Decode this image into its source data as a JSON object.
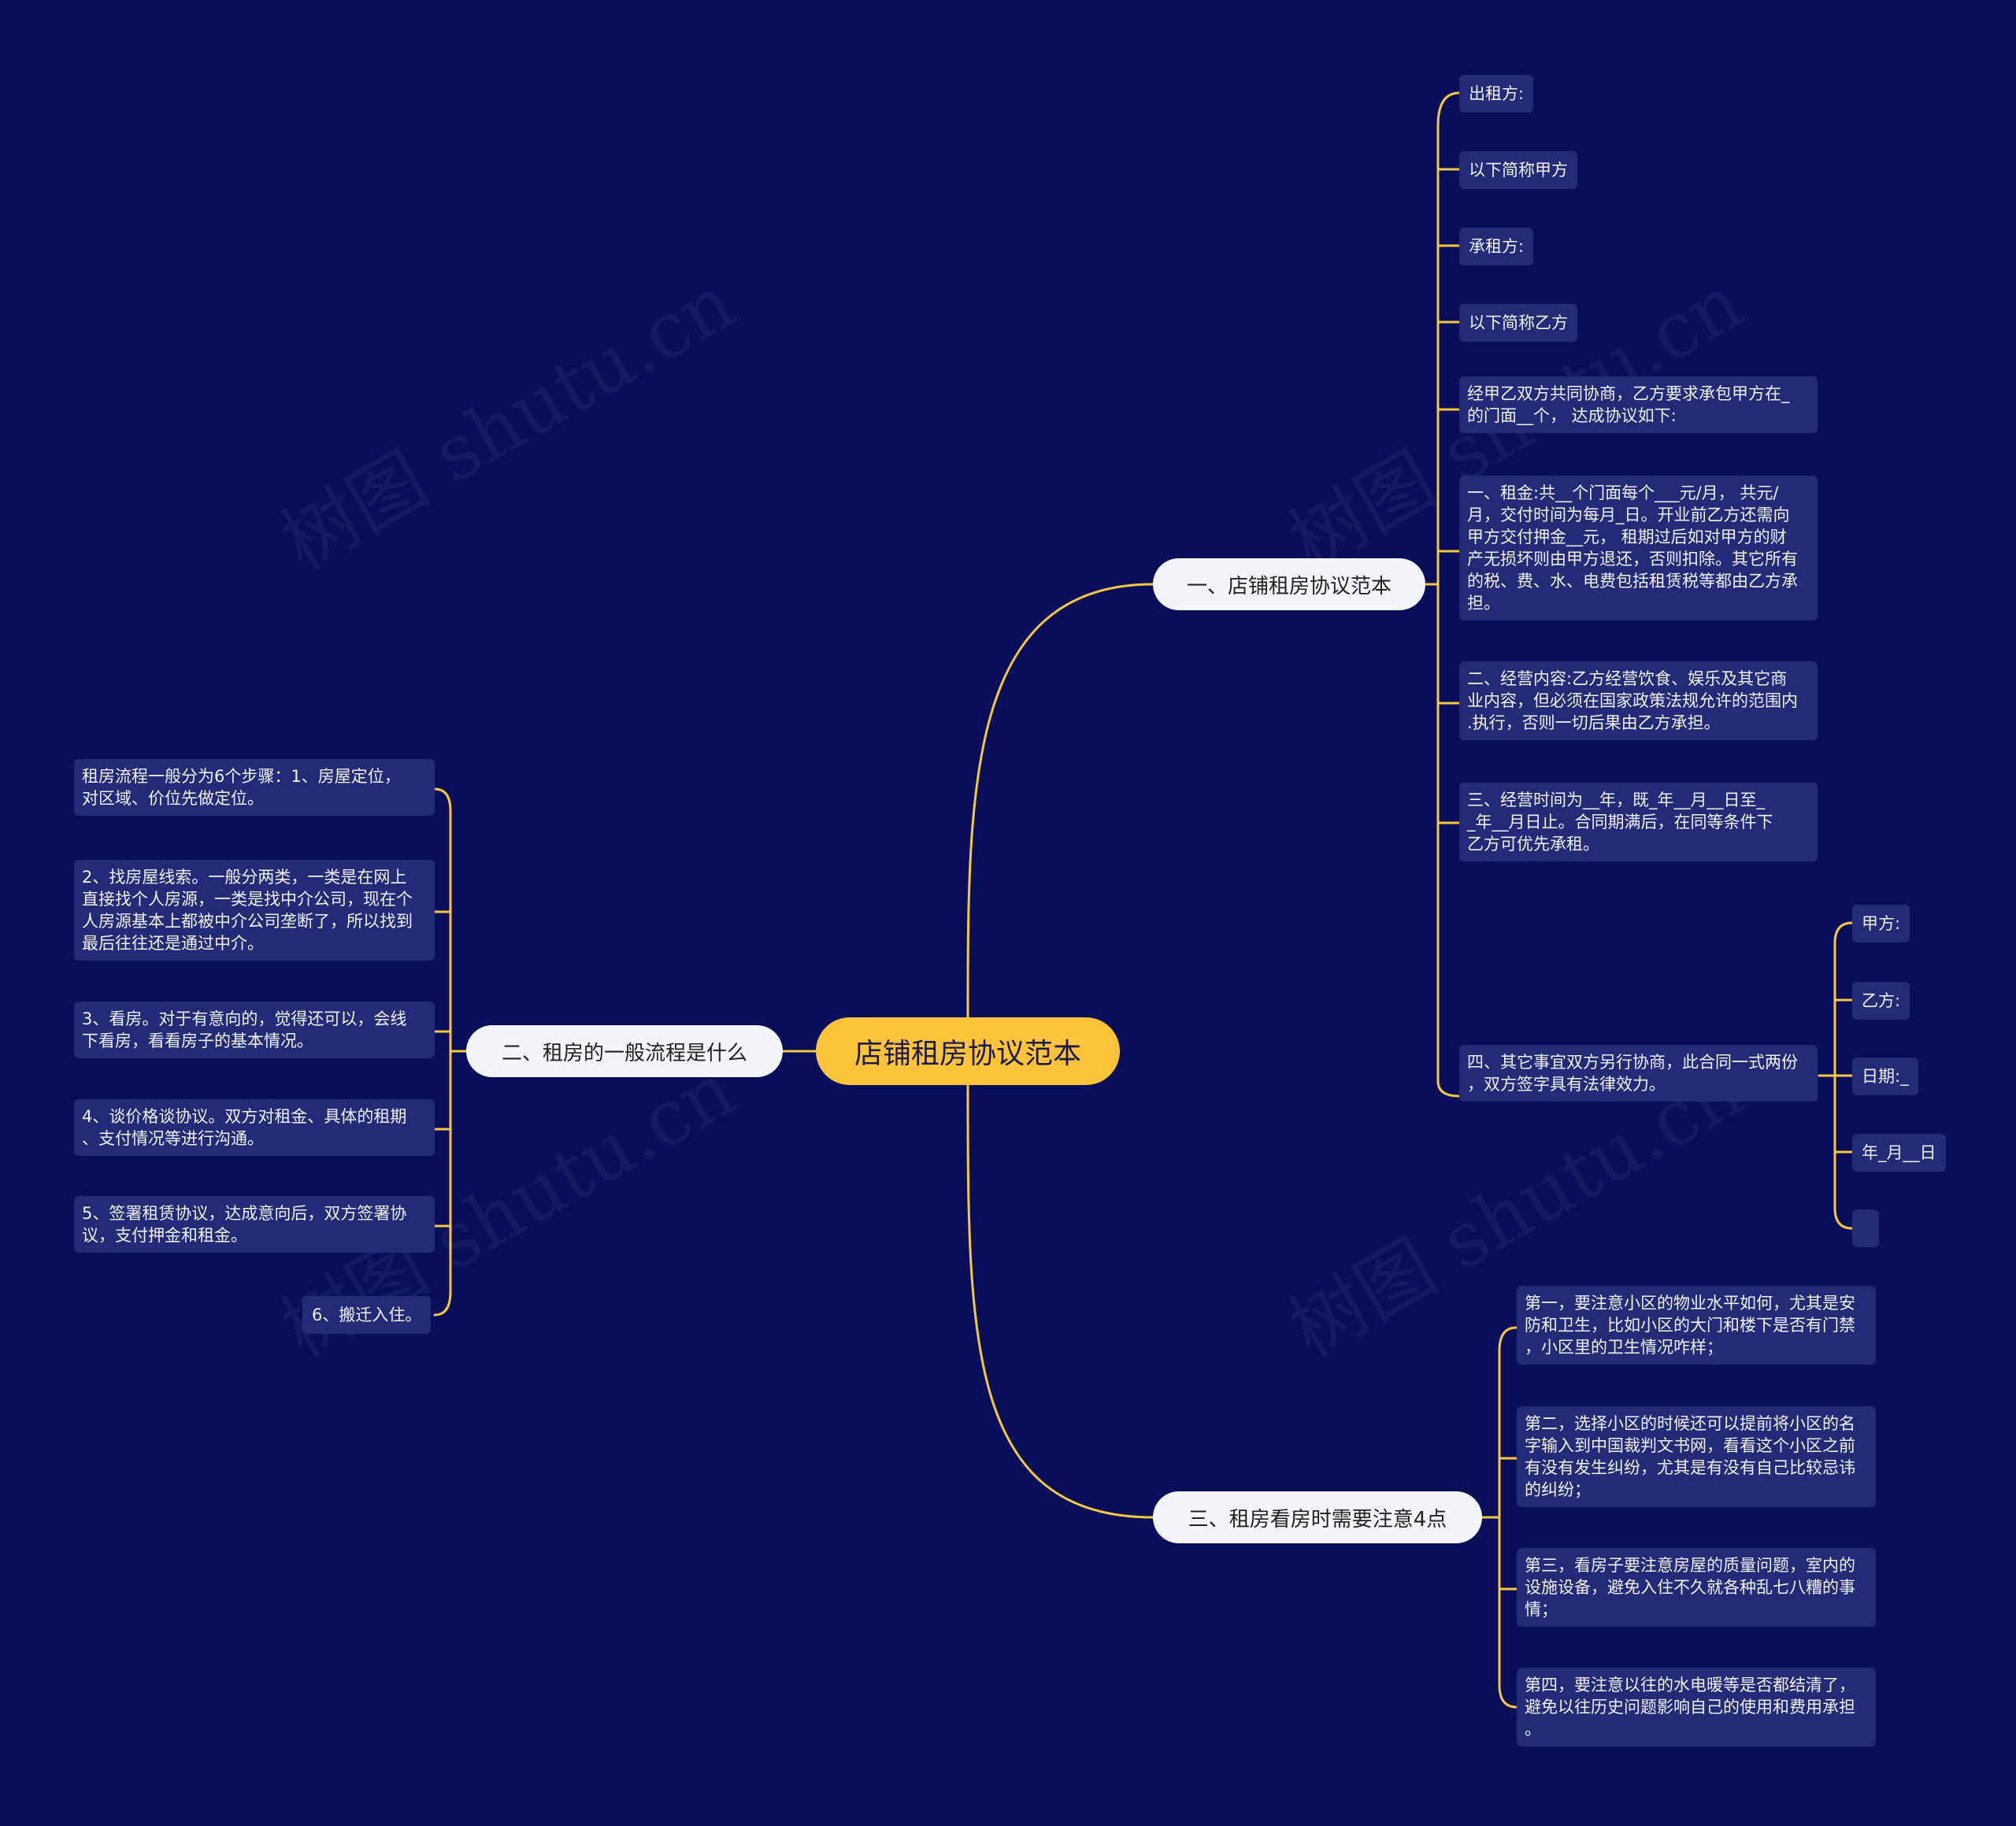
{
  "root": {
    "label": "店铺租房协议范本"
  },
  "branch1": {
    "label": "一、店铺租房协议范本",
    "items": [
      "出租方:",
      "以下简称甲方",
      "承租方:",
      "以下简称乙方",
      "经甲乙双方共同协商，乙方要求承包甲方在_\n的门面__个， 达成协议如下:",
      "一、租金:共__个门面每个___元/月， 共元/\n月，交付时间为每月_日。开业前乙方还需向\n甲方交付押金__元， 租期过后如对甲方的财\n产无损坏则由甲方退还，否则扣除。其它所有\n的税、费、水、电费包括租赁税等都由乙方承\n担。",
      "二、经营内容:乙方经营饮食、娱乐及其它商\n业内容，但必须在国家政策法规允许的范围内\n.执行，否则一切后果由乙方承担。",
      "三、经营时间为__年，既_年__月__日至_\n_年__月日止。合同期满后，在同等条件下\n乙方可优先承租。",
      "四、其它事宜双方另行协商，此合同一式两份\n，双方签字具有法律效力。"
    ],
    "sign_items": [
      "甲方:",
      "乙方:",
      "日期:_",
      "年_月__日",
      ""
    ]
  },
  "branch2": {
    "label": "二、租房的一般流程是什么",
    "items": [
      "租房流程一般分为6个步骤：1、房屋定位，\n对区域、价位先做定位。",
      "2、找房屋线索。一般分两类，一类是在网上\n直接找个人房源，一类是找中介公司，现在个\n人房源基本上都被中介公司垄断了，所以找到\n最后往往还是通过中介。",
      "3、看房。对于有意向的，觉得还可以，会线\n下看房，看看房子的基本情况。",
      "4、谈价格谈协议。双方对租金、具体的租期\n、支付情况等进行沟通。",
      "5、签署租赁协议，达成意向后，双方签署协\n议，支付押金和租金。",
      "6、搬迁入住。"
    ]
  },
  "branch3": {
    "label": "三、租房看房时需要注意4点",
    "items": [
      "第一，要注意小区的物业水平如何，尤其是安\n防和卫生，比如小区的大门和楼下是否有门禁\n，小区里的卫生情况咋样；",
      "第二，选择小区的时候还可以提前将小区的名\n字输入到中国裁判文书网，看看这个小区之前\n有没有发生纠纷，尤其是有没有自己比较忌讳\n的纠纷；",
      "第三，看房子要注意房屋的质量问题，室内的\n设施设备，避免入住不久就各种乱七八糟的事\n情；",
      "第四，要注意以往的水电暖等是否都结清了，\n避免以往历史问题影响自己的使用和费用承担\n。"
    ]
  },
  "watermark": "树图 shutu.cn",
  "colors": {
    "background": "#080e5a",
    "root": "#fcc33b",
    "connector": "#f5c842",
    "branch": "#f4f5f8",
    "leaf": "#232a78"
  }
}
